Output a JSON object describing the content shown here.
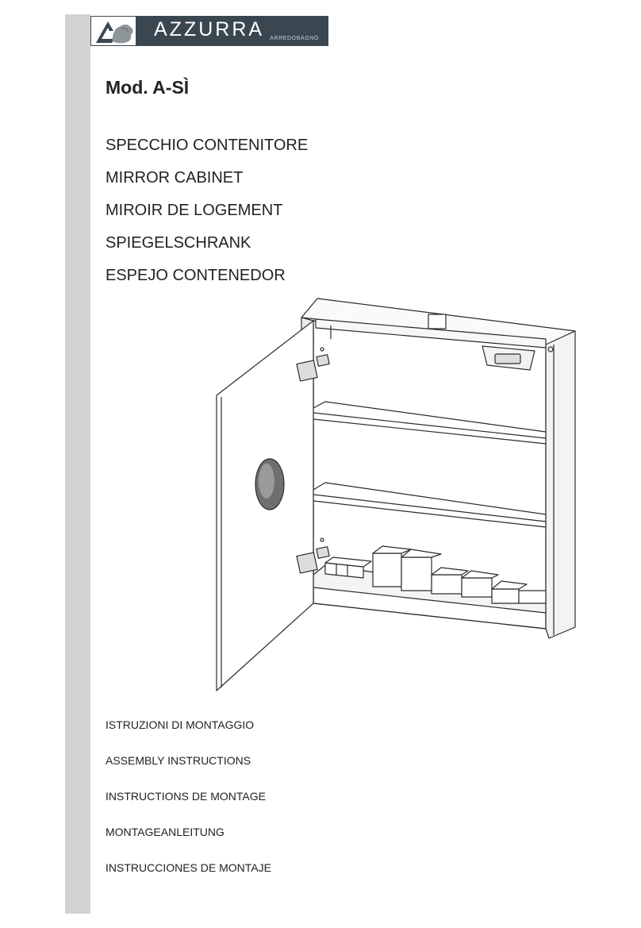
{
  "brand": {
    "name": "AZZURRA",
    "tagline": "ARREDOBAGNO"
  },
  "model": "Mod. A-SÌ",
  "titles": [
    "SPECCHIO CONTENITORE",
    "MIRROR CABINET",
    "MIROIR DE LOGEMENT",
    "SPIEGELSCHRANK",
    "ESPEJO CONTENEDOR"
  ],
  "instructions": [
    "ISTRUZIONI DI MONTAGGIO",
    "ASSEMBLY INSTRUCTIONS",
    "INSTRUCTIONS DE MONTAGE",
    "MONTAGEANLEITUNG",
    "INSTRUCCIONES DE MONTAJE"
  ],
  "colors": {
    "sidebar": "#d2d2d3",
    "logo_band": "#3a4750"
  }
}
